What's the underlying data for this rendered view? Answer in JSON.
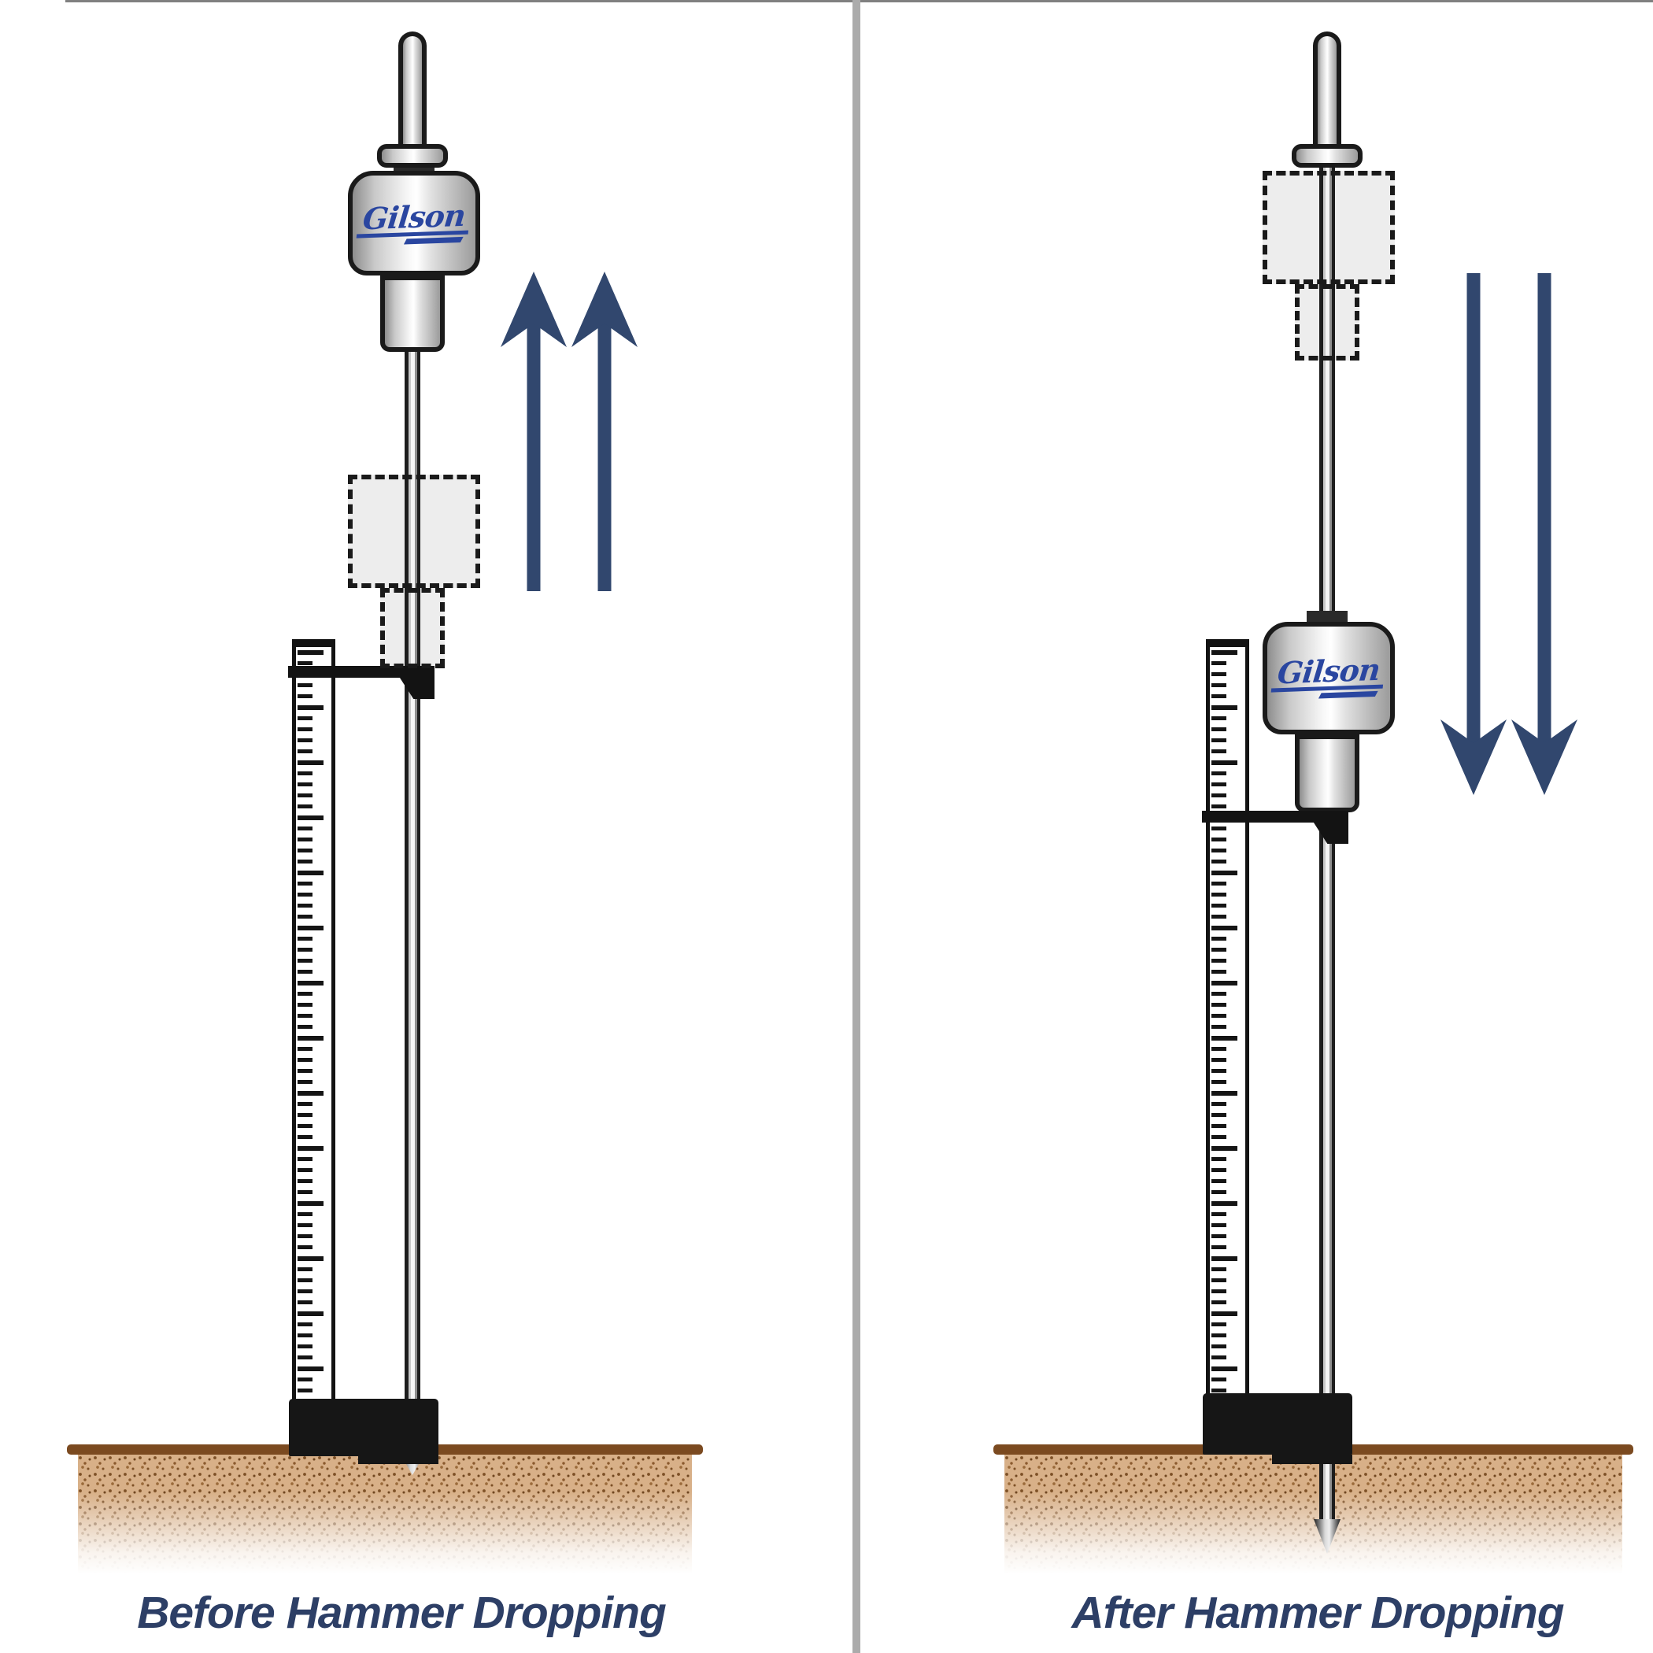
{
  "panels": [
    {
      "caption": "Before Hammer Dropping",
      "arrow_direction": "up",
      "hammer_logo": "Gilson"
    },
    {
      "caption": "After Hammer Dropping",
      "arrow_direction": "down",
      "hammer_logo": "Gilson"
    }
  ],
  "icons": [
    "up-arrow-icon",
    "down-arrow-icon",
    "cone-tip-icon",
    "ruler-icon"
  ],
  "colors": {
    "arrow": "#31476e",
    "caption_text": "#2d3f66",
    "logo_blue": "#2a46a0",
    "ground_surface": "#7b4a20",
    "ground_fill": "#d8b088",
    "metal_outline": "#1a1a1a",
    "divider": "#ababab"
  }
}
